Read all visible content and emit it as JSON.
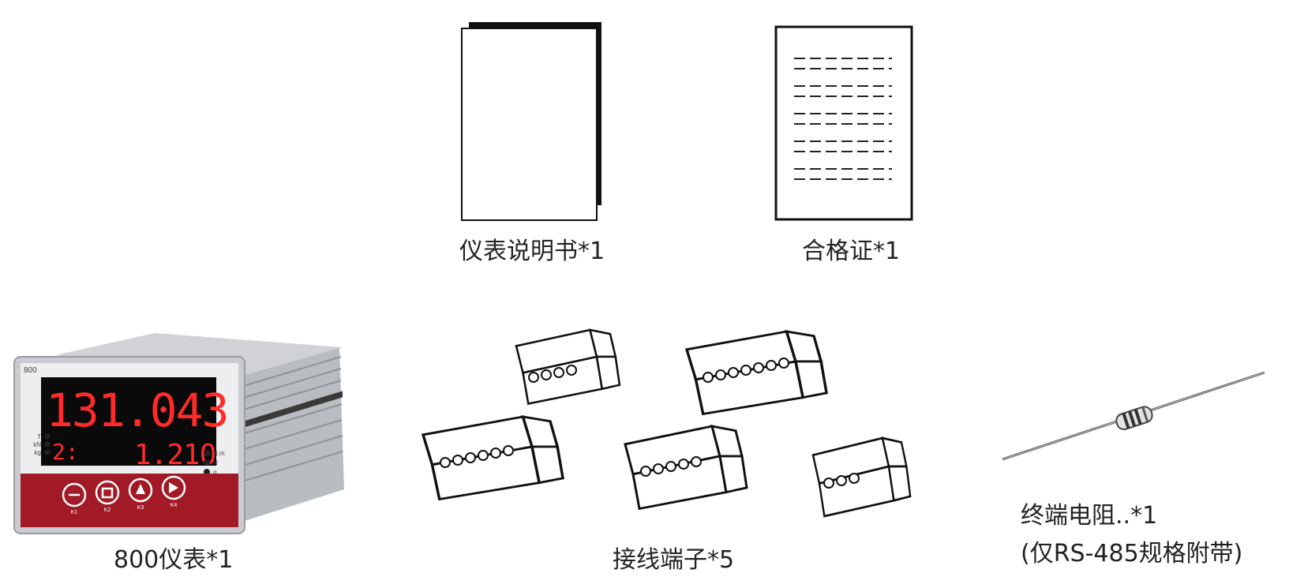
{
  "items": {
    "manual": {
      "label": "仪表说明书*1"
    },
    "certificate": {
      "label": "合格证*1"
    },
    "meter": {
      "label": "800仪表*1",
      "model": "800",
      "main_display": "131.043",
      "sub_display_left": "2:",
      "sub_display_right": "1.210",
      "left_units": [
        "T",
        "kN",
        "kg"
      ],
      "right_units": [
        "N.m",
        "N",
        "g"
      ],
      "keys": [
        "K1",
        "K2",
        "K3",
        "K4"
      ]
    },
    "terminals": {
      "label": "接线端子*5"
    },
    "resistor": {
      "label_line1": "终端电阻..*1",
      "label_line2": "(仅RS-485规格附带)"
    }
  }
}
